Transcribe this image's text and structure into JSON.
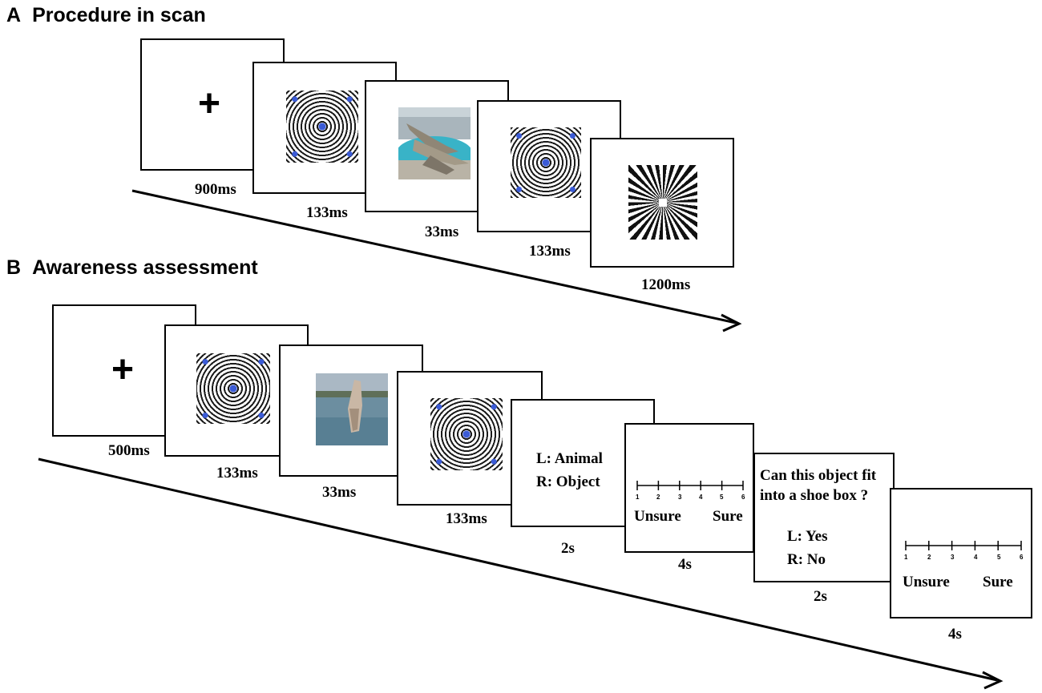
{
  "panel_a": {
    "letter": "A",
    "title": "Procedure in scan",
    "durations": [
      "900ms",
      "133ms",
      "33ms",
      "133ms",
      "1200ms"
    ],
    "fixation": "+"
  },
  "panel_b": {
    "letter": "B",
    "title": "Awareness assessment",
    "durations": [
      "500ms",
      "133ms",
      "33ms",
      "133ms",
      "2s",
      "4s",
      "2s",
      "4s"
    ],
    "fixation": "+",
    "category_prompt": {
      "left": "L: Animal",
      "right": "R: Object"
    },
    "rating_scale": {
      "ticks": [
        "1",
        "2",
        "3",
        "4",
        "5",
        "6"
      ],
      "low": "Unsure",
      "high": "Sure"
    },
    "size_question": {
      "line1": "Can this object fit",
      "line2": "into a shoe box ?",
      "left": "L: Yes",
      "right": "R: No"
    }
  }
}
